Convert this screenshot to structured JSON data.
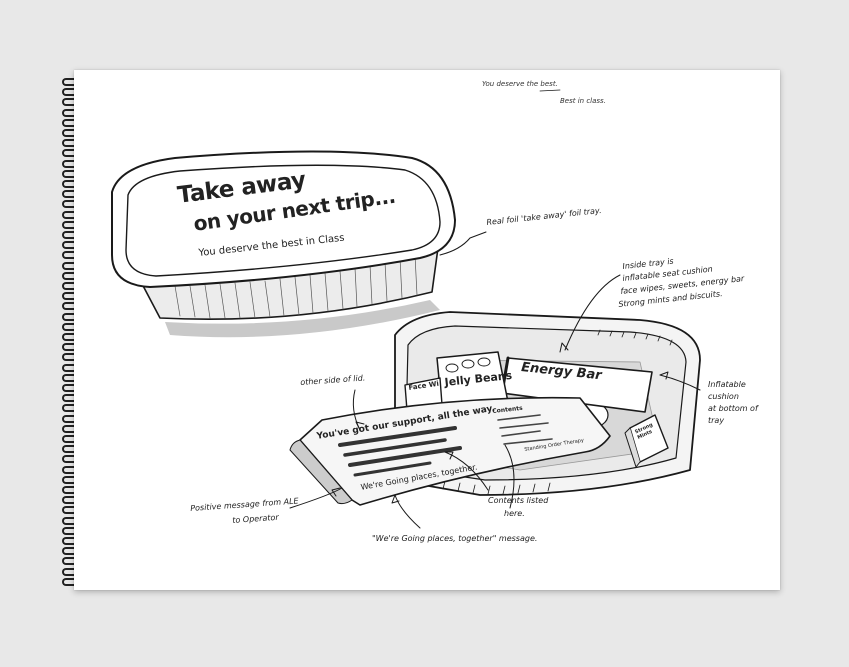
{
  "lid": {
    "headline_line1": "Take away",
    "headline_line2": "on your next trip...",
    "tagline": "You deserve the best in Class"
  },
  "top_notes": {
    "line1": "You deserve the best.",
    "line2": "Best in class."
  },
  "annotations": {
    "foil_tray": "Real foil 'take away' foil tray.",
    "inside_tray_1": "Inside tray is",
    "inside_tray_2": "inflatable seat cushion",
    "inside_tray_3": "face wipes, sweets, energy bar",
    "inside_tray_4": "Strong mints and biscuits.",
    "inflatable_1": "Inflatable",
    "inflatable_2": "cushion",
    "inflatable_3": "at bottom of",
    "inflatable_4": "tray",
    "other_side_lid": "other side of lid.",
    "positive_1": "Positive message from ALE",
    "positive_2": "to Operator",
    "contents_1": "Contents listed",
    "contents_2": "here.",
    "going_places": "\"We're Going places, together\" message."
  },
  "card": {
    "headline": "You've got our support, all the way.",
    "subline": "We're Going places, together.",
    "contents_heading": "Contents",
    "contents_footer": "Standing Order Therapy"
  },
  "items": {
    "energy_bar": "Energy Bar",
    "jelly_beans": "Jelly Beans",
    "face_wipes": "Face Wi",
    "mints": "Strong Mints"
  }
}
